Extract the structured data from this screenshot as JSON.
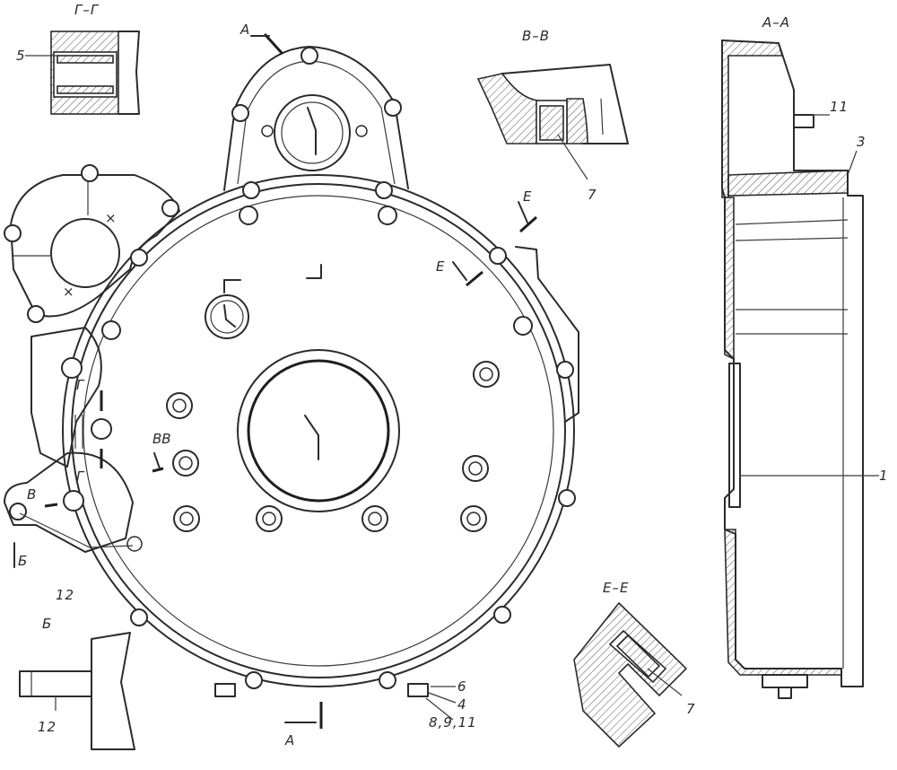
{
  "section_labels": {
    "g_g": "Г–Г",
    "v_v": "В–В",
    "a_a": "А–А",
    "e_e": "Е–Е",
    "b_view": "Б"
  },
  "cut_markers": {
    "a_top": "А",
    "a_bottom": "А",
    "e_upper": "Е",
    "e_lower": "Е",
    "g_upper": "Г",
    "g_lower": "Г",
    "vv": "ВВ",
    "v_small": "В",
    "b_arrow": "Б"
  },
  "callouts": {
    "c1": "1",
    "c3": "3",
    "c4": "4",
    "c5": "5",
    "c6": "6",
    "c7_vv": "7",
    "c7_ee": "7",
    "c11": "11",
    "c12_main": "12",
    "c12_view": "12",
    "c8911": "8,9,11"
  }
}
